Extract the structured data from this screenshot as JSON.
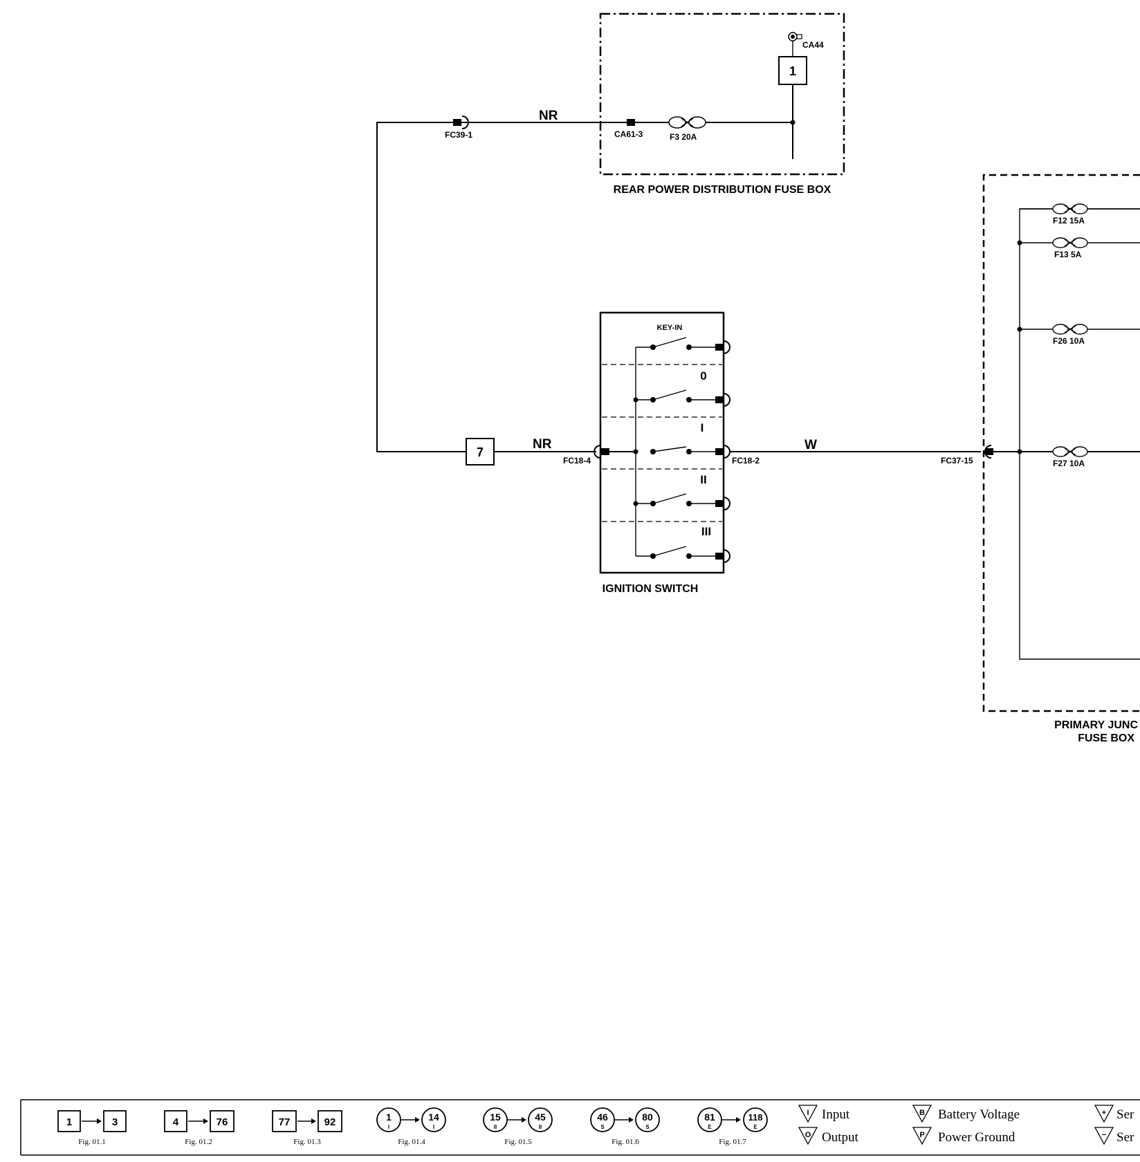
{
  "rear_box": {
    "title": "REAR POWER DISTRIBUTION FUSE BOX",
    "ground": "CA44",
    "connector": "CA61-3",
    "fuse": "F3 20A",
    "ref": "1"
  },
  "wires": {
    "top": "NR",
    "left": "NR",
    "right": "W",
    "left_ref": "7"
  },
  "connectors": {
    "fc39": "FC39-1",
    "fc18_4": "FC18-4",
    "fc18_2": "FC18-2",
    "fc37": "FC37-15"
  },
  "ignition_switch": {
    "title": "IGNITION SWITCH",
    "positions": [
      "KEY-IN",
      "0",
      "I",
      "II",
      "III"
    ]
  },
  "primary_box": {
    "title_line1": "PRIMARY JUNC",
    "title_line2": "FUSE BOX",
    "fuses": [
      "F12 15A",
      "F13 5A",
      "F26 10A",
      "F27 10A"
    ]
  },
  "legend": {
    "items": [
      {
        "from": "1",
        "to": "3",
        "fig": "Fig. 01.1"
      },
      {
        "from": "4",
        "to": "76",
        "fig": "Fig. 01.2"
      },
      {
        "from": "77",
        "to": "92",
        "fig": "Fig. 01.3"
      },
      {
        "from": "1",
        "sub_from": "I",
        "to": "14",
        "sub_to": "I",
        "fig": "Fig. 01.4"
      },
      {
        "from": "15",
        "sub_from": "II",
        "to": "45",
        "sub_to": "II",
        "fig": "Fig. 01.5"
      },
      {
        "from": "46",
        "sub_from": "S",
        "to": "80",
        "sub_to": "S",
        "fig": "Fig. 01.6"
      },
      {
        "from": "81",
        "sub_from": "E",
        "to": "118",
        "sub_to": "E",
        "fig": "Fig. 01.7"
      }
    ],
    "symbols": [
      {
        "glyph": "I",
        "text": "Input"
      },
      {
        "glyph": "O",
        "text": "Output"
      },
      {
        "glyph": "B",
        "text": "Battery Voltage"
      },
      {
        "glyph": "P",
        "text": "Power Ground"
      },
      {
        "glyph": "+",
        "text": "Ser"
      },
      {
        "glyph": "−",
        "text": "Ser"
      }
    ]
  }
}
